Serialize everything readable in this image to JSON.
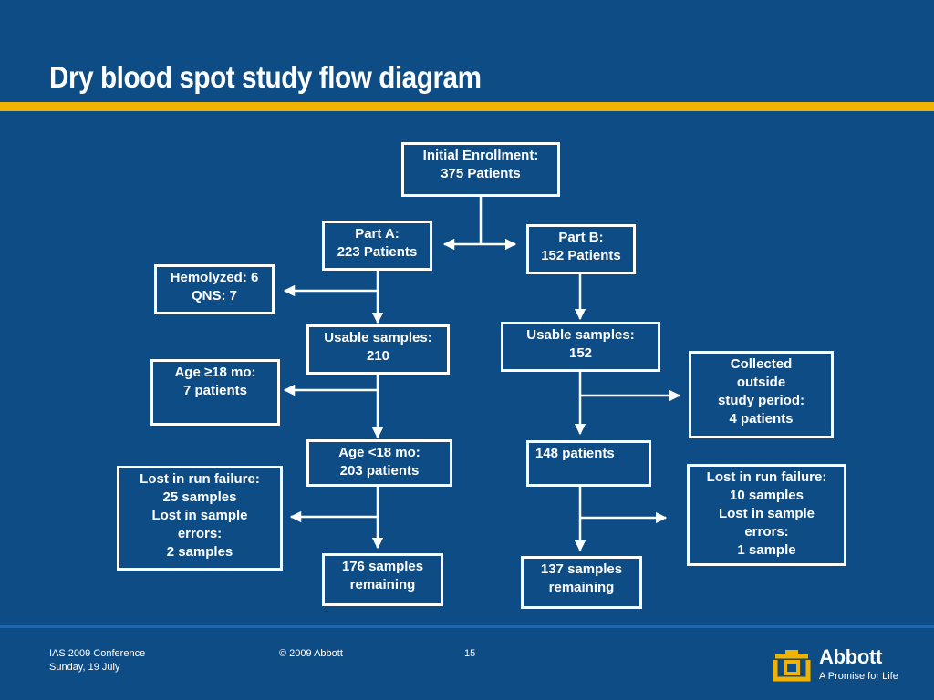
{
  "slide": {
    "title": "Dry blood spot study flow diagram",
    "colors": {
      "background": "#0e4c85",
      "accent": "#f1b300",
      "box_border": "#ffffff",
      "text": "#ffffff"
    }
  },
  "diagram": {
    "boxes": {
      "initial": [
        "Initial Enrollment:",
        "375 Patients"
      ],
      "part_a": [
        "Part A:",
        "223 Patients"
      ],
      "part_b": [
        "Part B:",
        "152 Patients"
      ],
      "hemolyzed": [
        "Hemolyzed: 6",
        "QNS: 7"
      ],
      "usable_a": [
        "Usable samples:",
        "210"
      ],
      "usable_b": [
        "Usable samples:",
        "152"
      ],
      "age_ge18": [
        "Age ≥18 mo:",
        "7 patients"
      ],
      "collected_outside": [
        "Collected",
        "outside",
        "study period:",
        "4 patients"
      ],
      "age_lt18": [
        "Age <18 mo:",
        "203 patients"
      ],
      "p148": [
        "148 patients"
      ],
      "lost_a": [
        "Lost in run failure:",
        "25 samples",
        "Lost in sample",
        "errors:",
        "2 samples"
      ],
      "lost_b": [
        "Lost in run failure:",
        "10 samples",
        "Lost in sample",
        "errors:",
        "1 sample"
      ],
      "remaining_a": [
        "176 samples",
        "remaining"
      ],
      "remaining_b": [
        "137 samples",
        "remaining"
      ]
    }
  },
  "footer": {
    "conference": "IAS 2009 Conference",
    "date": "Sunday, 19 July",
    "copyright": "© 2009 Abbott",
    "page_number": "15"
  },
  "logo": {
    "name": "Abbott",
    "tagline": "A Promise for Life",
    "icon": "abbott-logo-icon"
  }
}
